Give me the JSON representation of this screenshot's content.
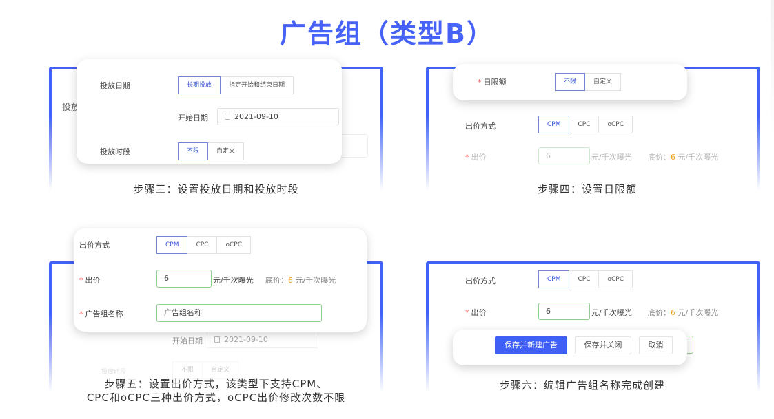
{
  "page": {
    "title": "广告组（类型B）",
    "accent_color": "#4763f7"
  },
  "step3": {
    "caption": "步骤三：设置投放日期和投放时段",
    "bg_label": "投放日期",
    "card": {
      "date_label": "投放日期",
      "date_options": [
        "长期投放",
        "指定开始和结束日期"
      ],
      "date_selected": "长期投放",
      "start_label": "开始日期",
      "start_value": "2021-09-10",
      "time_label": "投放时段",
      "time_options": [
        "不限",
        "自定义"
      ],
      "time_selected": "不限"
    }
  },
  "step4": {
    "caption": "步骤四：设置日限额",
    "card": {
      "budget_label": "日限额",
      "budget_options": [
        "不限",
        "自定义"
      ],
      "budget_selected": "不限"
    },
    "bg": {
      "bid_method_label": "出价方式",
      "bid_methods": [
        "CPM",
        "CPC",
        "oCPC"
      ],
      "bid_label": "出价",
      "bid_value": "6",
      "bid_unit": "元/千次曝光",
      "floor_label": "底价：",
      "floor_value": "6",
      "floor_unit": "元/千次曝光"
    }
  },
  "step5": {
    "caption_line1": "步骤五：设置出价方式，该类型下支持CPM、",
    "caption_line2": "CPC和oCPC三种出价方式，oCPC出价修改次数不限",
    "card": {
      "bid_method_label": "出价方式",
      "bid_methods": [
        "CPM",
        "CPC",
        "oCPC"
      ],
      "bid_method_selected": "CPM",
      "bid_label": "出价",
      "bid_value": "6",
      "bid_unit": "元/千次曝光",
      "floor_label": "底价：",
      "floor_value": "6",
      "floor_unit": "元/千次曝光",
      "name_label": "广告组名称",
      "name_value": "广告组名称"
    },
    "bg": {
      "start_label": "开始日期",
      "start_value": "2021-09-10",
      "time_label": "投放时段",
      "time_options": [
        "不限",
        "自定义"
      ]
    }
  },
  "step6": {
    "caption": "步骤六：编辑广告组名称完成创建",
    "bg": {
      "bid_method_label": "出价方式",
      "bid_methods": [
        "CPM",
        "CPC",
        "oCPC"
      ],
      "bid_label": "出价",
      "bid_value": "6",
      "bid_unit": "元/千次曝光",
      "floor_label": "底价：",
      "floor_value": "6",
      "floor_unit": "元/千次曝光"
    },
    "card": {
      "save_new_label": "保存并新建广告",
      "save_close_label": "保存并关闭",
      "cancel_label": "取消"
    }
  }
}
